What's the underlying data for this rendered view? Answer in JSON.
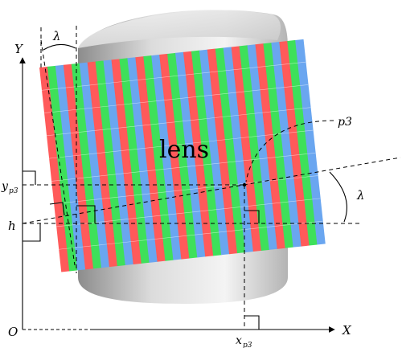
{
  "labels": {
    "y_axis": "Y",
    "x_axis": "X",
    "origin": "O",
    "lens": "lens",
    "lambda_top": "λ",
    "lambda_right": "λ",
    "point": "p3",
    "h": "h",
    "y_p": "y",
    "y_p_sub": "p3",
    "x_p": "x",
    "x_p_sub": "p3"
  },
  "colors": {
    "red": "#ff5a5a",
    "green": "#3ee05a",
    "blue": "#6aa6f0",
    "subpixel_line": "#ffffff",
    "cylinder_light": "#f2f2f2",
    "cylinder_dark": "#8c8c8c",
    "ink": "#000000"
  },
  "stripe_pattern": [
    "red",
    "green",
    "blue"
  ],
  "stripe_count": 33,
  "row_count": 9
}
